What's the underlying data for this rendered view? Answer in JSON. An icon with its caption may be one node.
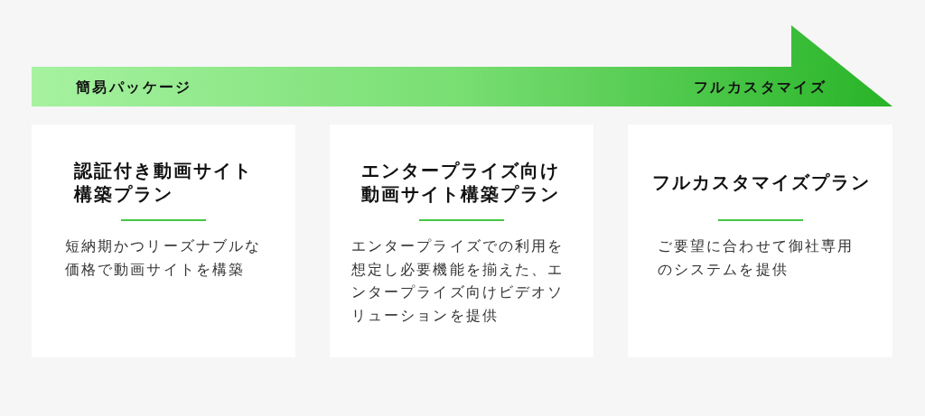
{
  "diagram": {
    "nodes": [
      {
        "text": [
          "簡易パッケージ",
          "フルカスタマイズ"
        ]
      },
      {
        "text": [
          "認証付き動画サイト構築プラン",
          "短納期かつリーズナブルな価格で動画サイトを構築"
        ]
      },
      {
        "text": [
          "エンタープライズ向け動画サイト構築プラン",
          "エンタープライズでの利用を想定し必要機能を揃えた、エンタープライズ向けビデオソリューションを提供"
        ]
      },
      {
        "text": [
          "フルカスタマイズプラン",
          "ご要望に合わせて御社専用のシステムを提供"
        ]
      }
    ]
  }
}
